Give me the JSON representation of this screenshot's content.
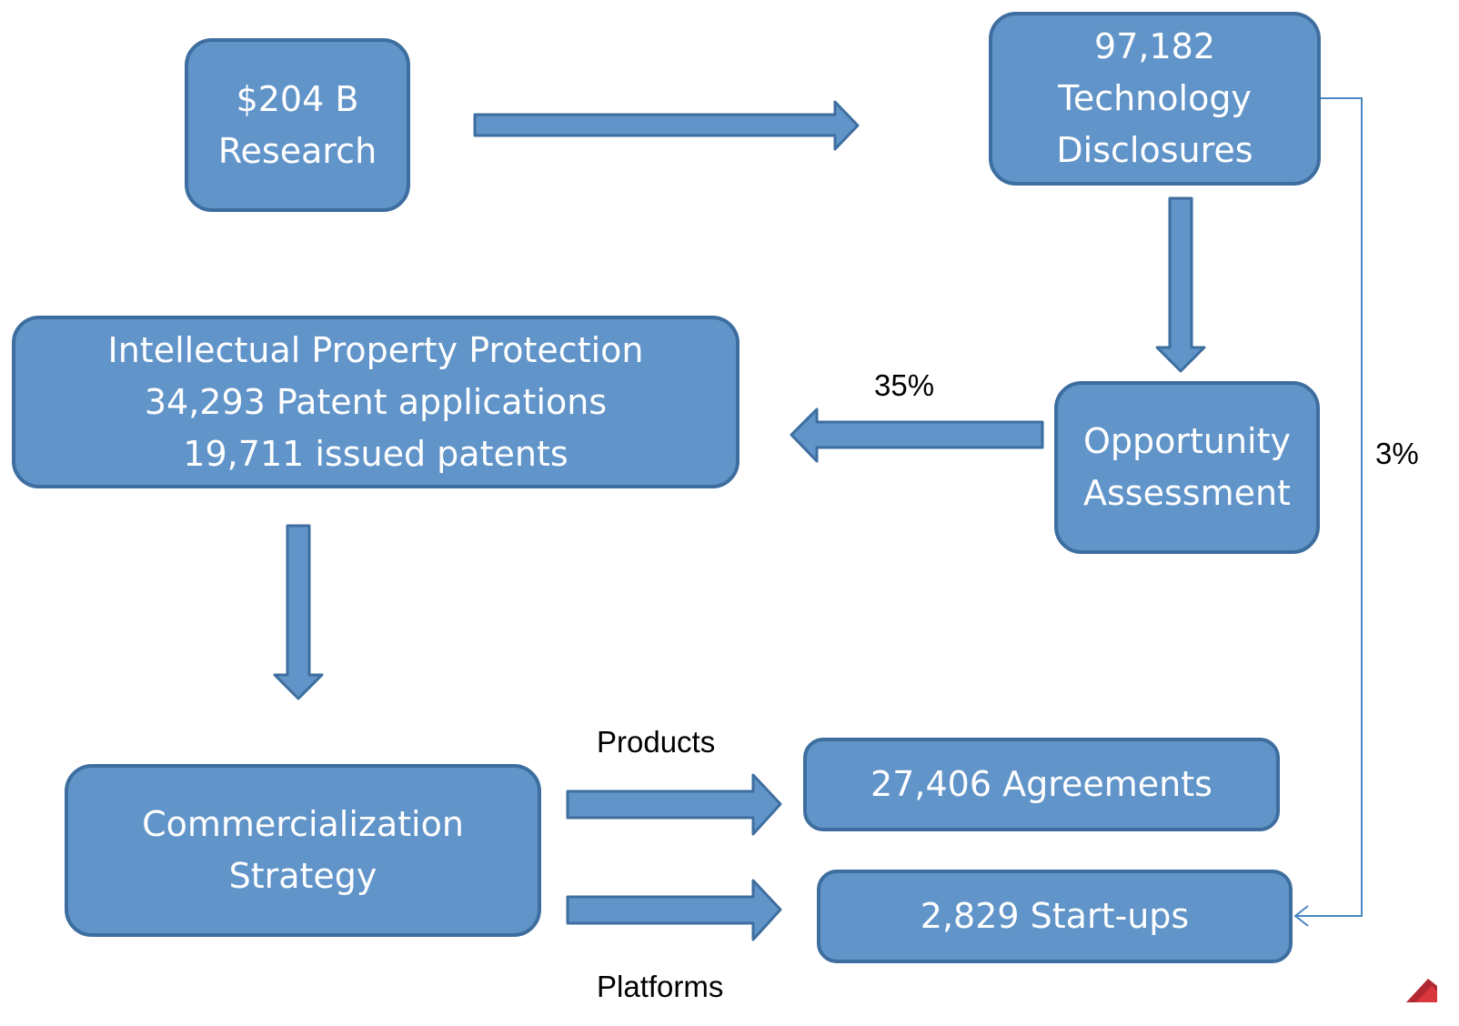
{
  "nodes": {
    "research": {
      "lines": [
        "$204 B",
        "Research"
      ]
    },
    "disclosures": {
      "lines": [
        "97,182",
        "Technology",
        "Disclosures"
      ]
    },
    "assessment": {
      "lines": [
        "Opportunity",
        "Assessment"
      ]
    },
    "ip": {
      "lines": [
        "Intellectual Property Protection",
        "34,293 Patent applications",
        "19,711 issued patents"
      ]
    },
    "strategy": {
      "lines": [
        "Commercialization",
        "Strategy"
      ]
    },
    "agreements": {
      "lines": [
        "27,406 Agreements"
      ]
    },
    "startups": {
      "lines": [
        "2,829 Start-ups"
      ]
    }
  },
  "edge_labels": {
    "ip_pct": "35%",
    "startup_pct": "3%",
    "products": "Products",
    "platforms": "Platforms"
  },
  "colors": {
    "box_fill": "#6194c9",
    "box_border": "#3e6e9f",
    "connector": "#4a86c2"
  }
}
